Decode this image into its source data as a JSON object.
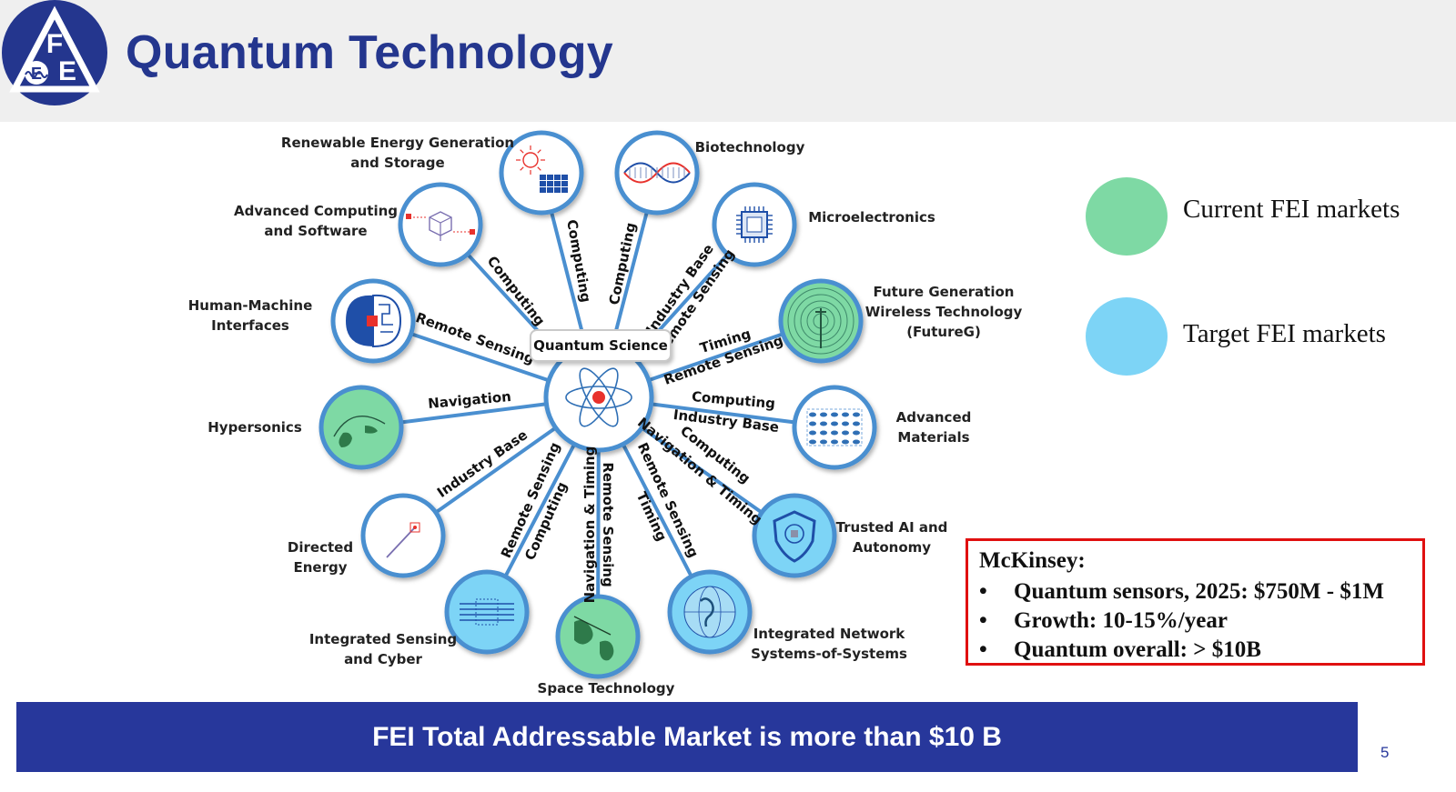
{
  "slide": {
    "title": "Quantum Technology",
    "banner": "FEI Total Addressable Market is more than $10 B",
    "page_number": "5",
    "logo_letters": "FEE"
  },
  "diagram": {
    "center_label": "Quantum Science",
    "colors": {
      "current": "#7ed9a4",
      "target": "#7dd4f6",
      "none": "#ffffff",
      "ring": "#4a8fd0",
      "spoke": "#4a8fd0"
    },
    "nodes": [
      {
        "id": "renewable",
        "label": "Renewable Energy Generation\nand Storage",
        "status": "none",
        "icon": "solar-panel-icon"
      },
      {
        "id": "biotech",
        "label": "Biotechnology",
        "status": "none",
        "icon": "dna-icon"
      },
      {
        "id": "microelectronics",
        "label": "Microelectronics",
        "status": "none",
        "icon": "chip-icon"
      },
      {
        "id": "futureg",
        "label": "Future Generation\nWireless Technology\n(FutureG)",
        "status": "current",
        "icon": "antenna-tower-icon"
      },
      {
        "id": "materials",
        "label": "Advanced\nMaterials",
        "status": "none",
        "icon": "material-lattice-icon"
      },
      {
        "id": "trusted-ai",
        "label": "Trusted AI and\nAutonomy",
        "status": "target",
        "icon": "shield-brain-icon"
      },
      {
        "id": "network",
        "label": "Integrated Network\nSystems-of-Systems",
        "status": "target",
        "icon": "globe-network-icon"
      },
      {
        "id": "space",
        "label": "Space Technology",
        "status": "current",
        "icon": "satellite-earth-icon"
      },
      {
        "id": "sensing-cyber",
        "label": "Integrated Sensing\nand Cyber",
        "status": "target",
        "icon": "circuit-lines-icon"
      },
      {
        "id": "directed-energy",
        "label": "Directed\nEnergy",
        "status": "none",
        "icon": "laser-beam-icon"
      },
      {
        "id": "hypersonics",
        "label": "Hypersonics",
        "status": "current",
        "icon": "missile-trajectory-icon"
      },
      {
        "id": "hmi",
        "label": "Human-Machine\nInterfaces",
        "status": "none",
        "icon": "brain-icon"
      },
      {
        "id": "adv-computing",
        "label": "Advanced Computing\nand Software",
        "status": "none",
        "icon": "cube-network-icon"
      }
    ],
    "connectors": [
      {
        "node": "adv-computing",
        "texts": [
          "Computing"
        ]
      },
      {
        "node": "renewable",
        "texts": [
          "Computing"
        ]
      },
      {
        "node": "biotech",
        "texts": [
          "Computing"
        ]
      },
      {
        "node": "microelectronics",
        "texts": [
          "Industry Base",
          "Remote Sensing"
        ]
      },
      {
        "node": "hmi",
        "texts": [
          "Remote Sensing"
        ]
      },
      {
        "node": "futureg",
        "texts": [
          "Timing",
          "Remote Sensing"
        ]
      },
      {
        "node": "hypersonics",
        "texts": [
          "Navigation"
        ]
      },
      {
        "node": "materials",
        "texts": [
          "Computing",
          "Industry Base"
        ]
      },
      {
        "node": "directed-energy",
        "texts": [
          "Industry Base"
        ]
      },
      {
        "node": "trusted-ai",
        "texts": [
          "Computing",
          "Navigation & Timing"
        ]
      },
      {
        "node": "sensing-cyber",
        "texts": [
          "Remote Sensing",
          "Computing"
        ]
      },
      {
        "node": "space",
        "texts": [
          "Navigation & Timing",
          "Remote Sensing"
        ]
      },
      {
        "node": "network",
        "texts": [
          "Remote Sensing",
          "Timing"
        ]
      }
    ]
  },
  "legend": [
    {
      "label": "Current FEI markets",
      "color": "#7ed9a4"
    },
    {
      "label": "Target FEI markets",
      "color": "#7dd4f6"
    }
  ],
  "mckinsey": {
    "title": "McKinsey:",
    "items": [
      "Quantum sensors, 2025:  $750M - $1M",
      "Growth:  10-15%/year",
      "Quantum overall: > $10B"
    ]
  }
}
